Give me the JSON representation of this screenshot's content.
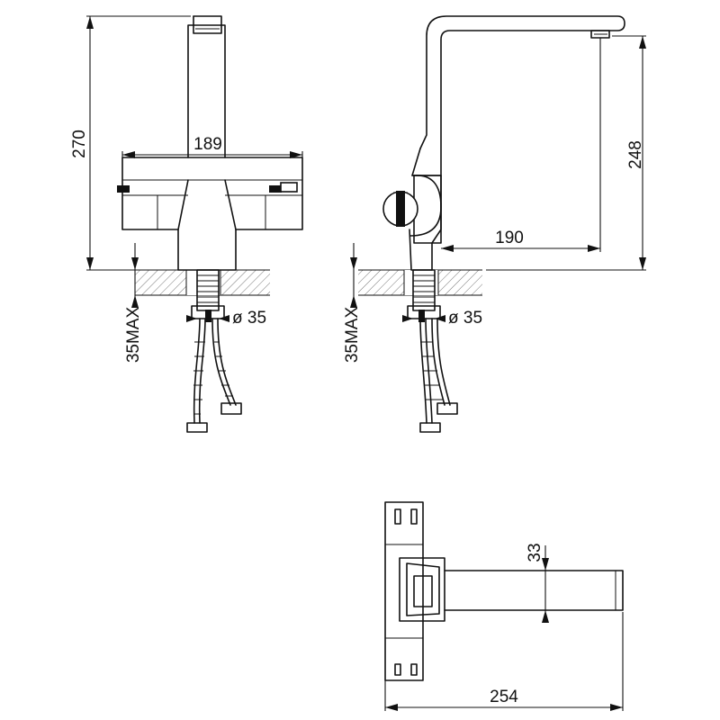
{
  "views": {
    "front": {
      "height_label": "270",
      "width_label": "189",
      "hole_label": "ø 35",
      "max_thickness_label": "35MAX"
    },
    "side": {
      "height_label": "248",
      "reach_label": "190",
      "hole_label": "ø 35",
      "max_thickness_label": "35MAX"
    },
    "top": {
      "spout_label": "33",
      "length_label": "254"
    }
  }
}
